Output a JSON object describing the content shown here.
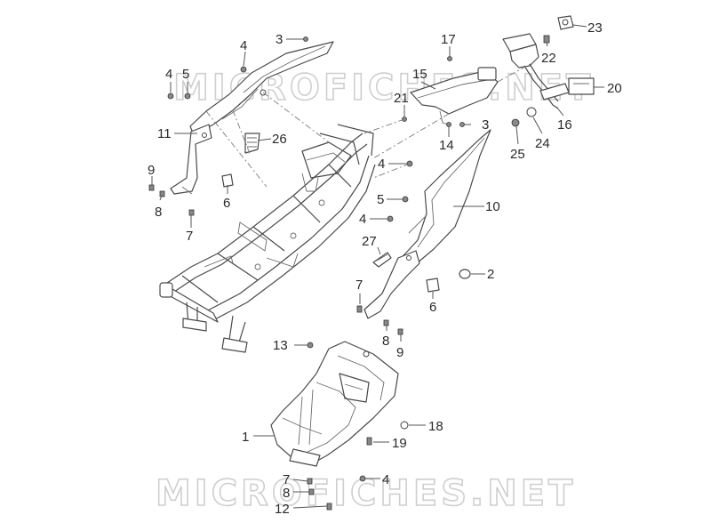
{
  "watermark": "MICROFICHES.NET",
  "callouts": {
    "c1": "1",
    "c2": "2",
    "c3a": "3",
    "c3b": "3",
    "c4a": "4",
    "c4b": "4",
    "c4c": "4",
    "c4d": "4",
    "c4e": "4",
    "c5a": "5",
    "c5b": "5",
    "c6a": "6",
    "c6b": "6",
    "c7a": "7",
    "c7b": "7",
    "c7c": "7",
    "c8a": "8",
    "c8b": "8",
    "c8c": "8",
    "c9a": "9",
    "c9b": "9",
    "c10": "10",
    "c11": "11",
    "c12": "12",
    "c13": "13",
    "c14": "14",
    "c15": "15",
    "c16": "16",
    "c17": "17",
    "c18": "18",
    "c19": "19",
    "c20": "20",
    "c21": "21",
    "c22": "22",
    "c23": "23",
    "c24": "24",
    "c25": "25",
    "c26": "26",
    "c27": "27"
  }
}
